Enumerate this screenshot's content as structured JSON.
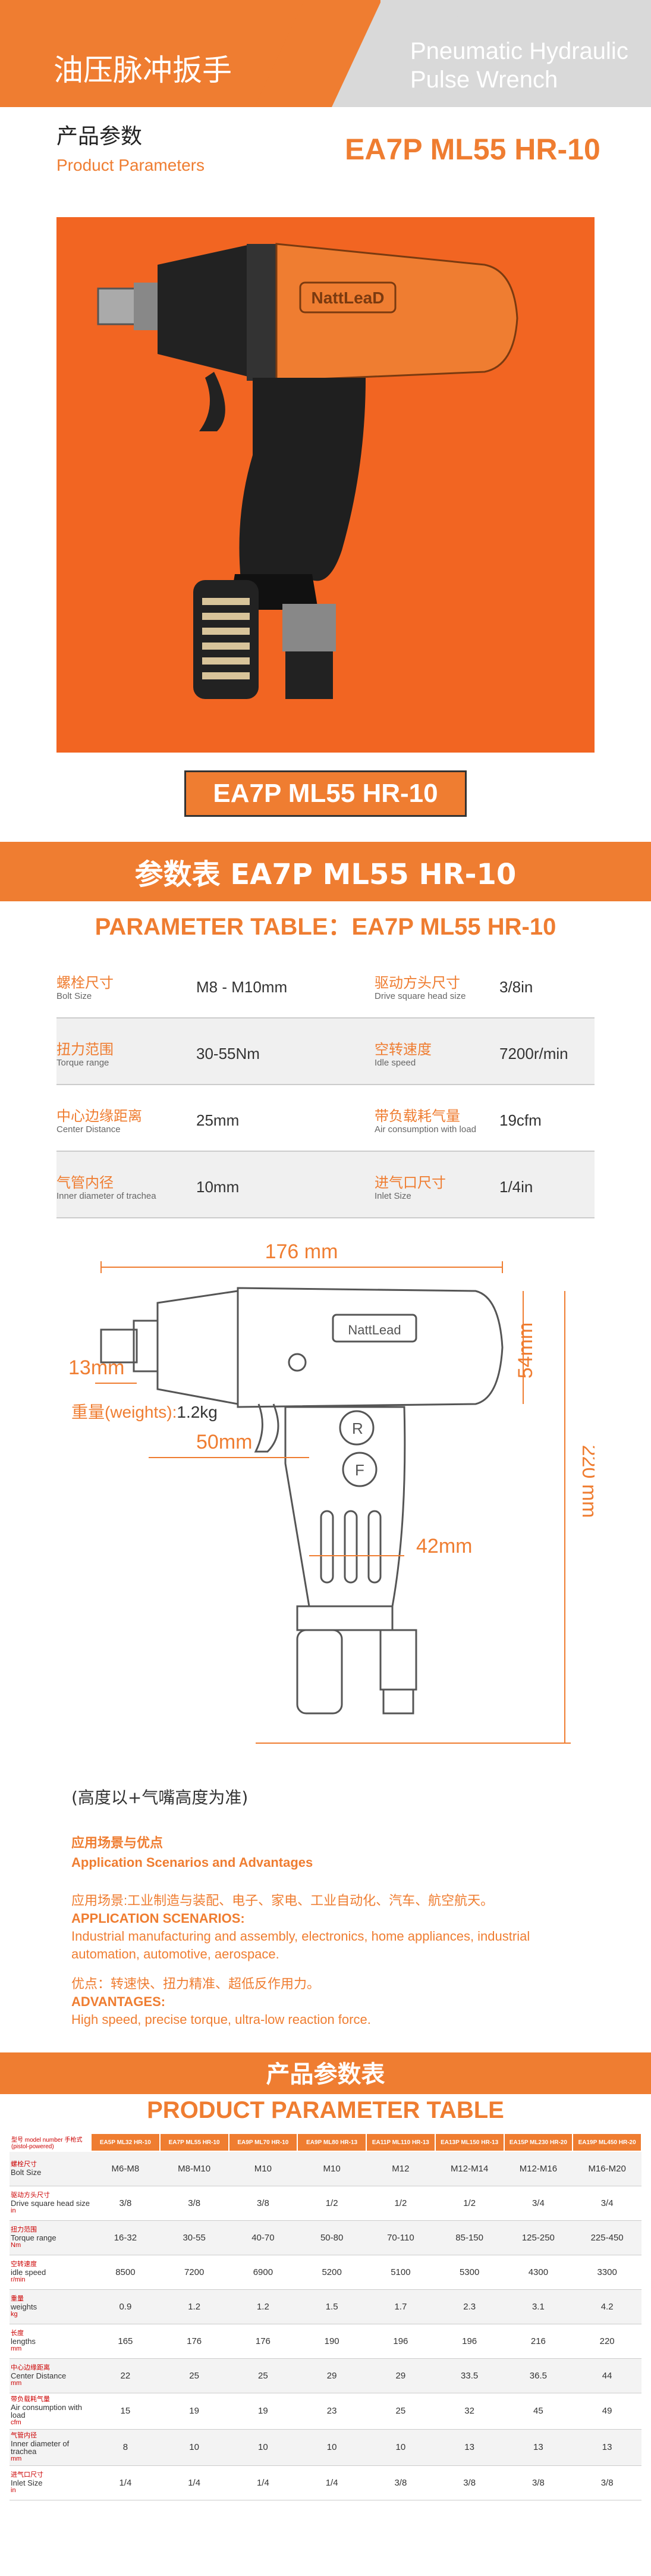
{
  "header": {
    "title_cn": "油压脉冲扳手",
    "title_en_line1": "Pneumatic Hydraulic",
    "title_en_line2": "Pulse Wrench"
  },
  "params_heading": {
    "cn": "产品参数",
    "en": "Product Parameters"
  },
  "model": "EA7P ML55 HR-10",
  "photo": {
    "brand": "NattLeaD"
  },
  "param_table": {
    "title_cn": "参数表  EA7P ML55 HR-10",
    "title_en": "PARAMETER TABLE：EA7P ML55 HR-10"
  },
  "specs": [
    {
      "l_cn": "螺栓尺寸",
      "l_en": "Bolt Size",
      "l_val": "M8 - M10mm",
      "r_cn": "驱动方头尺寸",
      "r_en": "Drive square head size",
      "r_val": "3/8in"
    },
    {
      "l_cn": "扭力范围",
      "l_en": "Torque range",
      "l_val": "30-55Nm",
      "r_cn": "空转速度",
      "r_en": "Idle speed",
      "r_val": "7200r/min"
    },
    {
      "l_cn": "中心边缘距离",
      "l_en": "Center Distance",
      "l_val": "25mm",
      "r_cn": "带负载耗气量",
      "r_en": "Air consumption with load",
      "r_val": "19cfm"
    },
    {
      "l_cn": "气管内径",
      "l_en": "Inner diameter of trachea",
      "l_val": "10mm",
      "r_cn": "进气口尺寸",
      "r_en": "Inlet Size",
      "r_val": "1/4in"
    }
  ],
  "dimensions": {
    "length": "176 mm",
    "square": "13mm",
    "center": "50mm",
    "height_head": "54mm",
    "total_height": "220 mm",
    "grip": "42mm",
    "brand": "NattLead",
    "rev_r": "R",
    "rev_f": "F"
  },
  "weight": {
    "label": "重量(weights):",
    "value": "1.2kg"
  },
  "height_note": "(高度以+气嘴高度为准)",
  "applications": {
    "heading_cn": "应用场景与优点",
    "heading_en": "Application Scenarios and Advantages",
    "scenario_cn": "应用场景:工业制造与装配、电子、家电、工业自动化、汽车、航空航天。",
    "scenario_label_en": "APPLICATION SCENARIOS:",
    "scenario_en": "Industrial manufacturing and assembly, electronics, home appliances, industrial automation, automotive, aerospace.",
    "adv_cn": "优点：转速快、扭力精准、超低反作用力。",
    "adv_label_en": "ADVANTAGES:",
    "adv_en": "High speed, precise torque, ultra-low reaction force."
  },
  "product_table": {
    "title_cn": "产品参数表",
    "title_en": "PRODUCT PARAMETER TABLE",
    "header_label": "型号 model number 手枪式 (pistol-powered)",
    "models": [
      "EA5P ML32 HR-10",
      "EA7P ML55 HR-10",
      "EA9P ML70 HR-10",
      "EA9P ML80 HR-13",
      "EA11P ML110 HR-13",
      "EA13P ML150 HR-13",
      "EA15P ML230 HR-20",
      "EA19P ML450 HR-20"
    ],
    "rows": [
      {
        "cn": "螺栓尺寸",
        "en": "Bolt Size",
        "values": [
          "M6-M8",
          "M8-M10",
          "M10",
          "M10",
          "M12",
          "M12-M14",
          "M12-M16",
          "M16-M20"
        ]
      },
      {
        "cn": "驱动方头尺寸",
        "en": "Drive square head size",
        "unit": "in",
        "values": [
          "3/8",
          "3/8",
          "3/8",
          "1/2",
          "1/2",
          "1/2",
          "3/4",
          "3/4"
        ]
      },
      {
        "cn": "扭力范围",
        "en": "Torque range",
        "unit": "Nm",
        "values": [
          "16-32",
          "30-55",
          "40-70",
          "50-80",
          "70-110",
          "85-150",
          "125-250",
          "225-450"
        ]
      },
      {
        "cn": "空转速度",
        "en": "idle speed",
        "unit": "r/min",
        "values": [
          "8500",
          "7200",
          "6900",
          "5200",
          "5100",
          "5300",
          "4300",
          "3300"
        ]
      },
      {
        "cn": "重量",
        "en": "weights",
        "unit": "kg",
        "values": [
          "0.9",
          "1.2",
          "1.2",
          "1.5",
          "1.7",
          "2.3",
          "3.1",
          "4.2"
        ]
      },
      {
        "cn": "长度",
        "en": "lengths",
        "unit": "mm",
        "values": [
          "165",
          "176",
          "176",
          "190",
          "196",
          "196",
          "216",
          "220"
        ]
      },
      {
        "cn": "中心边缘距离",
        "en": "Center Distance",
        "unit": "mm",
        "values": [
          "22",
          "25",
          "25",
          "29",
          "29",
          "33.5",
          "36.5",
          "44"
        ]
      },
      {
        "cn": "带负载耗气量",
        "en": "Air consumption with load",
        "unit": "cfm",
        "values": [
          "15",
          "19",
          "19",
          "23",
          "25",
          "32",
          "45",
          "49"
        ]
      },
      {
        "cn": "气管内径",
        "en": "Inner diameter of trachea",
        "unit": "mm",
        "values": [
          "8",
          "10",
          "10",
          "10",
          "10",
          "13",
          "13",
          "13"
        ]
      },
      {
        "cn": "进气口尺寸",
        "en": "Inlet Size",
        "unit": "in",
        "values": [
          "1/4",
          "1/4",
          "1/4",
          "1/4",
          "3/8",
          "3/8",
          "3/8",
          "3/8"
        ]
      }
    ]
  },
  "colors": {
    "accent": "#ef7d31",
    "photo_bg": "#f26522",
    "grey": "#d9d9d9"
  }
}
